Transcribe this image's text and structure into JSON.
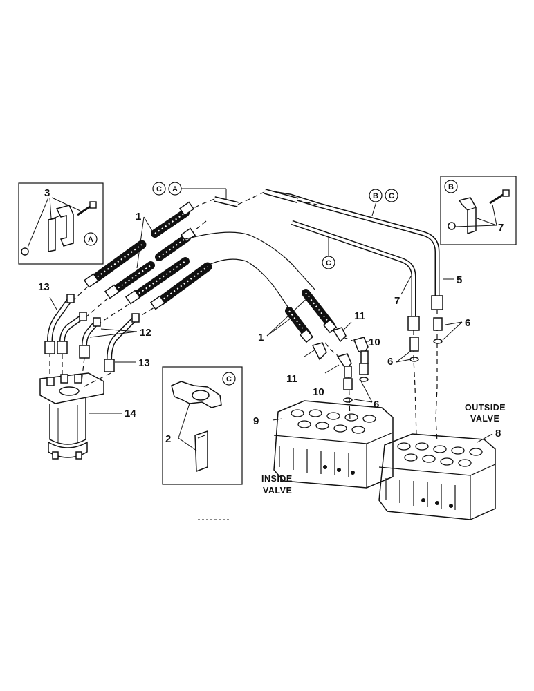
{
  "labels": {
    "n1a": "1",
    "n1b": "1",
    "n2": "2",
    "n3": "3",
    "n5": "5",
    "n6a": "6",
    "n6b": "6",
    "n6c": "6",
    "n7a": "7",
    "n7b": "7",
    "n8": "8",
    "n9": "9",
    "n10a": "10",
    "n10b": "10",
    "n11a": "11",
    "n11b": "11",
    "n12": "12",
    "n13a": "13",
    "n13b": "13",
    "n14": "14"
  },
  "callouts": {
    "c_ca_1": "C",
    "c_ca_2": "A",
    "c_bc_1": "B",
    "c_bc_2": "C",
    "c_c_mid": "C",
    "inset_a": "A",
    "inset_b": "B",
    "inset_c": "C"
  },
  "text": {
    "outside_1": "OUTSIDE",
    "outside_2": "VALVE",
    "inside_1": "INSIDE",
    "inside_2": "VALVE"
  }
}
